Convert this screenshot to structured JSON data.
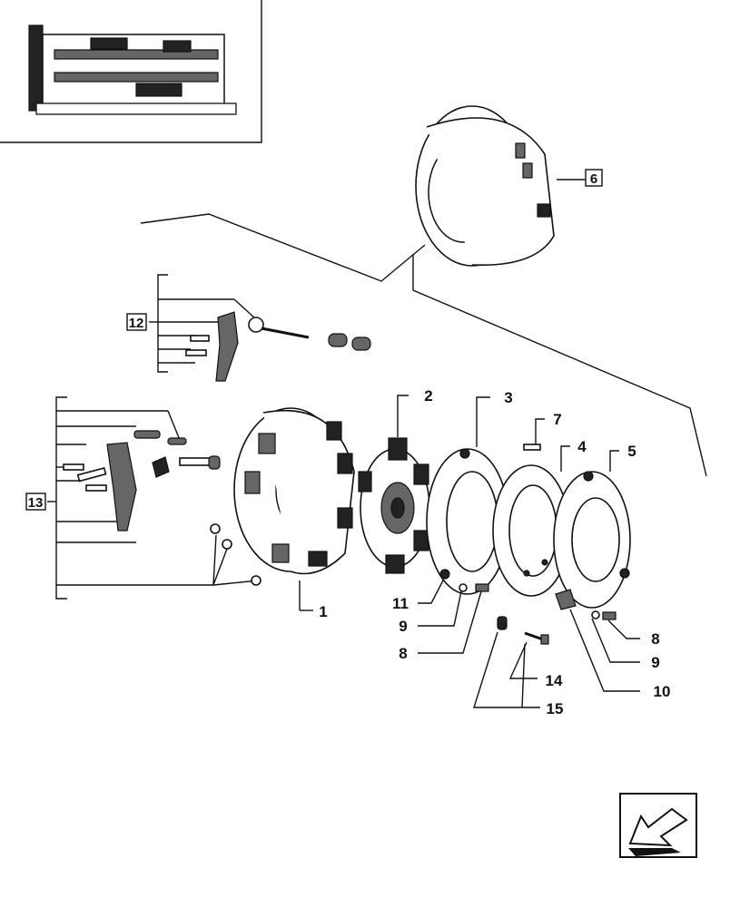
{
  "callouts": {
    "c1": "1",
    "c2": "2",
    "c3": "3",
    "c4": "4",
    "c5": "5",
    "c6": "6",
    "c7": "7",
    "c8a": "8",
    "c8b": "8",
    "c9a": "9",
    "c9b": "9",
    "c10": "10",
    "c11": "11",
    "c12": "12",
    "c13": "13",
    "c14": "14",
    "c15": "15"
  },
  "icons": {
    "thumbnail": "transmission-cutaway-thumbnail",
    "nav": "previous-page-arrow-icon"
  }
}
